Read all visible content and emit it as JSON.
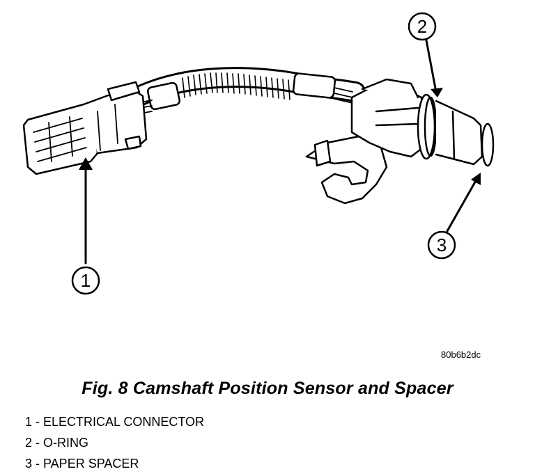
{
  "figure": {
    "caption": "Fig. 8 Camshaft Position Sensor and Spacer",
    "image_code": "80b6b2dc",
    "callouts": [
      {
        "number": "1"
      },
      {
        "number": "2"
      },
      {
        "number": "3"
      }
    ],
    "legend": [
      {
        "text": "1 - ELECTRICAL CONNECTOR"
      },
      {
        "text": "2 - O-RING"
      },
      {
        "text": "3 - PAPER SPACER"
      }
    ]
  },
  "colors": {
    "line": "#000000",
    "background": "#ffffff"
  }
}
